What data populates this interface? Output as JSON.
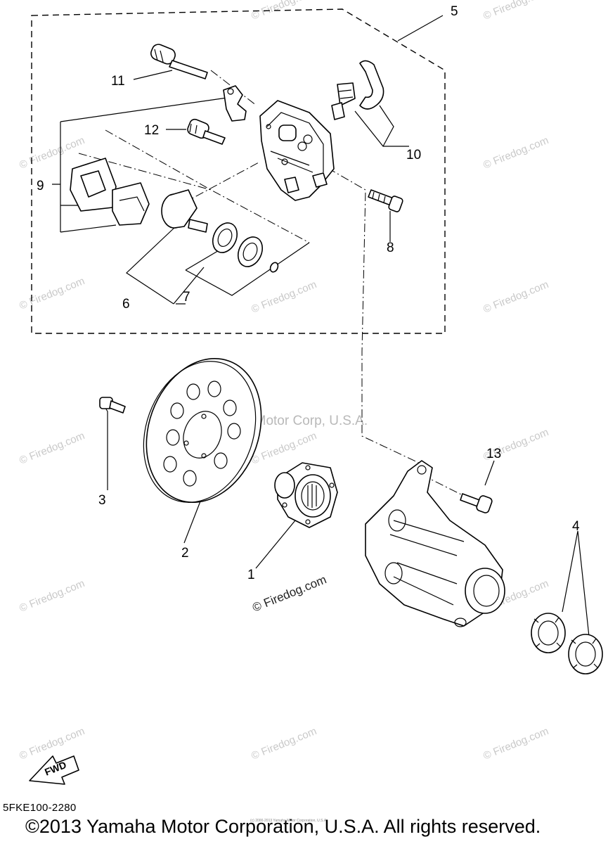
{
  "diagram": {
    "callouts": [
      {
        "id": "c1",
        "text": "1"
      },
      {
        "id": "c2",
        "text": "2"
      },
      {
        "id": "c3",
        "text": "3"
      },
      {
        "id": "c4",
        "text": "4"
      },
      {
        "id": "c5",
        "text": "5"
      },
      {
        "id": "c6",
        "text": "6"
      },
      {
        "id": "c7",
        "text": "7"
      },
      {
        "id": "c8",
        "text": "8"
      },
      {
        "id": "c9",
        "text": "9"
      },
      {
        "id": "c10",
        "text": "10"
      },
      {
        "id": "c11",
        "text": "11"
      },
      {
        "id": "c12",
        "text": "12"
      },
      {
        "id": "c13",
        "text": "13"
      }
    ],
    "fwd_label": "FWD",
    "watermark": "© Firedog.com",
    "center_watermark": "Yamaha Motor Corp, U.S.A.",
    "credit_mark": "© Firedog.com",
    "tiny_credit": "(c) 2000-2013 Yamaha Motor Corporation, U.S.A."
  },
  "footer": {
    "diagram_code": "5FKE100-2280",
    "copyright": "©2013 Yamaha Motor Corporation, U.S.A. All rights reserved."
  }
}
